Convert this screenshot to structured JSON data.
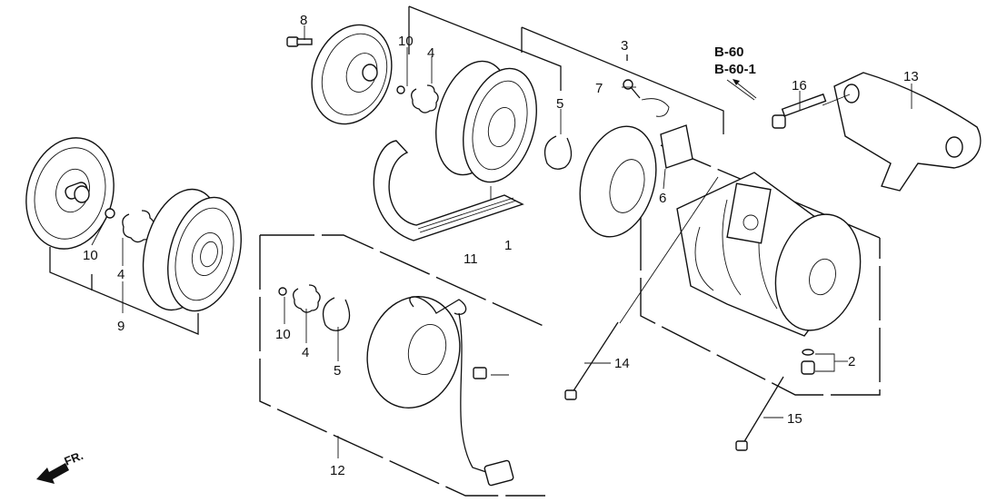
{
  "diagram": {
    "title": "A/C Compressor exploded parts diagram",
    "callouts": [
      {
        "id": "c1",
        "label": "1",
        "part": "connector-clip"
      },
      {
        "id": "c2",
        "label": "2",
        "part": "relief-valve-and-o-ring"
      },
      {
        "id": "c3",
        "label": "3",
        "part": "compressor-assembly"
      },
      {
        "id": "c4a",
        "label": "4",
        "part": "snap-ring"
      },
      {
        "id": "c4b",
        "label": "4",
        "part": "snap-ring"
      },
      {
        "id": "c4c",
        "label": "4",
        "part": "snap-ring"
      },
      {
        "id": "c5a",
        "label": "5",
        "part": "snap-ring"
      },
      {
        "id": "c5b",
        "label": "5",
        "part": "snap-ring"
      },
      {
        "id": "c6",
        "label": "6",
        "part": "thermal-protector-bracket"
      },
      {
        "id": "c7",
        "label": "7",
        "part": "ground-screw"
      },
      {
        "id": "c8",
        "label": "8",
        "part": "center-bolt"
      },
      {
        "id": "c9",
        "label": "9",
        "part": "clutch-set"
      },
      {
        "id": "c10a",
        "label": "10",
        "part": "shim"
      },
      {
        "id": "c10b",
        "label": "10",
        "part": "shim"
      },
      {
        "id": "c10c",
        "label": "10",
        "part": "shim"
      },
      {
        "id": "c11",
        "label": "11",
        "part": "drive-belt"
      },
      {
        "id": "c12",
        "label": "12",
        "part": "field-coil"
      },
      {
        "id": "c13",
        "label": "13",
        "part": "compressor-bracket"
      },
      {
        "id": "c14",
        "label": "14",
        "part": "flange-bolt-long"
      },
      {
        "id": "c15",
        "label": "15",
        "part": "flange-bolt-long"
      },
      {
        "id": "c16",
        "label": "16",
        "part": "flange-bolt"
      }
    ],
    "references": [
      "B-60",
      "B-60-1"
    ],
    "orientation": {
      "label": "FR.",
      "icon": "front-arrow-icon"
    }
  }
}
